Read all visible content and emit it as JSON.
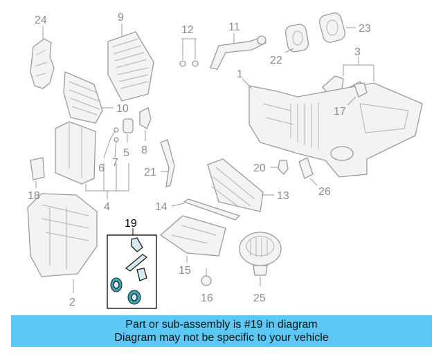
{
  "diagram": {
    "callouts": [
      "1",
      "2",
      "3",
      "4",
      "5",
      "6",
      "7",
      "8",
      "9",
      "10",
      "11",
      "12",
      "13",
      "14",
      "15",
      "16",
      "17",
      "18",
      "19",
      "20",
      "21",
      "22",
      "23",
      "24",
      "25",
      "26"
    ],
    "highlighted_callout": "19"
  },
  "banner": {
    "line1": "Part or sub-assembly is #19 in diagram",
    "line2": "Diagram may not be specific to your vehicle",
    "color": "#5bc8f5"
  }
}
